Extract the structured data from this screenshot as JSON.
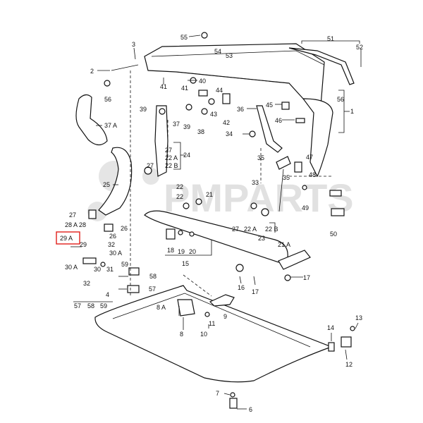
{
  "watermark": "PMPARTS",
  "highlight_color": "#e0201b",
  "highlighted_label": "29 A",
  "labels": [
    {
      "id": "55",
      "text": "55"
    },
    {
      "id": "3",
      "text": "3"
    },
    {
      "id": "51",
      "text": "51"
    },
    {
      "id": "52",
      "text": "52"
    },
    {
      "id": "54",
      "text": "54"
    },
    {
      "id": "53",
      "text": "53"
    },
    {
      "id": "2",
      "text": "2"
    },
    {
      "id": "41a",
      "text": "41"
    },
    {
      "id": "40",
      "text": "40"
    },
    {
      "id": "56a",
      "text": "56"
    },
    {
      "id": "44",
      "text": "44"
    },
    {
      "id": "41b",
      "text": "41"
    },
    {
      "id": "56b",
      "text": "56"
    },
    {
      "id": "1",
      "text": "1"
    },
    {
      "id": "39a",
      "text": "39"
    },
    {
      "id": "43",
      "text": "43"
    },
    {
      "id": "45",
      "text": "45"
    },
    {
      "id": "36",
      "text": "36"
    },
    {
      "id": "37A",
      "text": "37 A"
    },
    {
      "id": "37",
      "text": "37"
    },
    {
      "id": "39b",
      "text": "39"
    },
    {
      "id": "38",
      "text": "38"
    },
    {
      "id": "42",
      "text": "42"
    },
    {
      "id": "46",
      "text": "46"
    },
    {
      "id": "34",
      "text": "34"
    },
    {
      "id": "35a",
      "text": "35"
    },
    {
      "id": "35b",
      "text": "35"
    },
    {
      "id": "27a",
      "text": "27"
    },
    {
      "id": "22Aa",
      "text": "22 A"
    },
    {
      "id": "24",
      "text": "24"
    },
    {
      "id": "22Ba",
      "text": "22 B"
    },
    {
      "id": "47",
      "text": "47"
    },
    {
      "id": "48",
      "text": "48"
    },
    {
      "id": "27b",
      "text": "27"
    },
    {
      "id": "25",
      "text": "25"
    },
    {
      "id": "22a",
      "text": "22"
    },
    {
      "id": "21",
      "text": "21"
    },
    {
      "id": "33",
      "text": "33"
    },
    {
      "id": "22b",
      "text": "22"
    },
    {
      "id": "49",
      "text": "49"
    },
    {
      "id": "27c",
      "text": "27"
    },
    {
      "id": "28A",
      "text": "28 A"
    },
    {
      "id": "28",
      "text": "28"
    },
    {
      "id": "26a",
      "text": "26"
    },
    {
      "id": "50",
      "text": "50"
    },
    {
      "id": "27d",
      "text": "27"
    },
    {
      "id": "22Ab",
      "text": "22 A"
    },
    {
      "id": "22Bb",
      "text": "22 B"
    },
    {
      "id": "29A",
      "text": "29 A"
    },
    {
      "id": "26b",
      "text": "26"
    },
    {
      "id": "23",
      "text": "23"
    },
    {
      "id": "29",
      "text": "29"
    },
    {
      "id": "32a",
      "text": "32"
    },
    {
      "id": "18",
      "text": "18"
    },
    {
      "id": "19",
      "text": "19"
    },
    {
      "id": "20",
      "text": "20"
    },
    {
      "id": "21A",
      "text": "21 A"
    },
    {
      "id": "30Aa",
      "text": "30 A"
    },
    {
      "id": "15",
      "text": "15"
    },
    {
      "id": "30Ab",
      "text": "30 A"
    },
    {
      "id": "30",
      "text": "30"
    },
    {
      "id": "31",
      "text": "31"
    },
    {
      "id": "59",
      "text": "59"
    },
    {
      "id": "32b",
      "text": "32"
    },
    {
      "id": "58",
      "text": "58"
    },
    {
      "id": "16",
      "text": "16"
    },
    {
      "id": "17a",
      "text": "17"
    },
    {
      "id": "17b",
      "text": "17"
    },
    {
      "id": "4",
      "text": "4"
    },
    {
      "id": "57a",
      "text": "57"
    },
    {
      "id": "57b",
      "text": "57"
    },
    {
      "id": "58b",
      "text": "58"
    },
    {
      "id": "59b",
      "text": "59"
    },
    {
      "id": "8A",
      "text": "8 A"
    },
    {
      "id": "9",
      "text": "9"
    },
    {
      "id": "11",
      "text": "11"
    },
    {
      "id": "8",
      "text": "8"
    },
    {
      "id": "10",
      "text": "10"
    },
    {
      "id": "13",
      "text": "13"
    },
    {
      "id": "14",
      "text": "14"
    },
    {
      "id": "12",
      "text": "12"
    },
    {
      "id": "7",
      "text": "7"
    },
    {
      "id": "6",
      "text": "6"
    }
  ]
}
